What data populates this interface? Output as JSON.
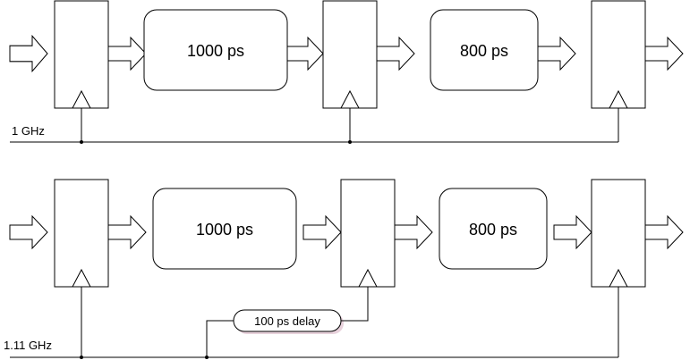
{
  "diagrams": [
    {
      "clock_label": "1 GHz",
      "stages": [
        {
          "delay_label": "1000 ps"
        },
        {
          "delay_label": "800 ps"
        }
      ]
    },
    {
      "clock_label": "1.11 GHz",
      "stages": [
        {
          "delay_label": "1000 ps"
        },
        {
          "delay_label": "800 ps"
        }
      ],
      "delay_element_label": "100 ps delay"
    }
  ]
}
